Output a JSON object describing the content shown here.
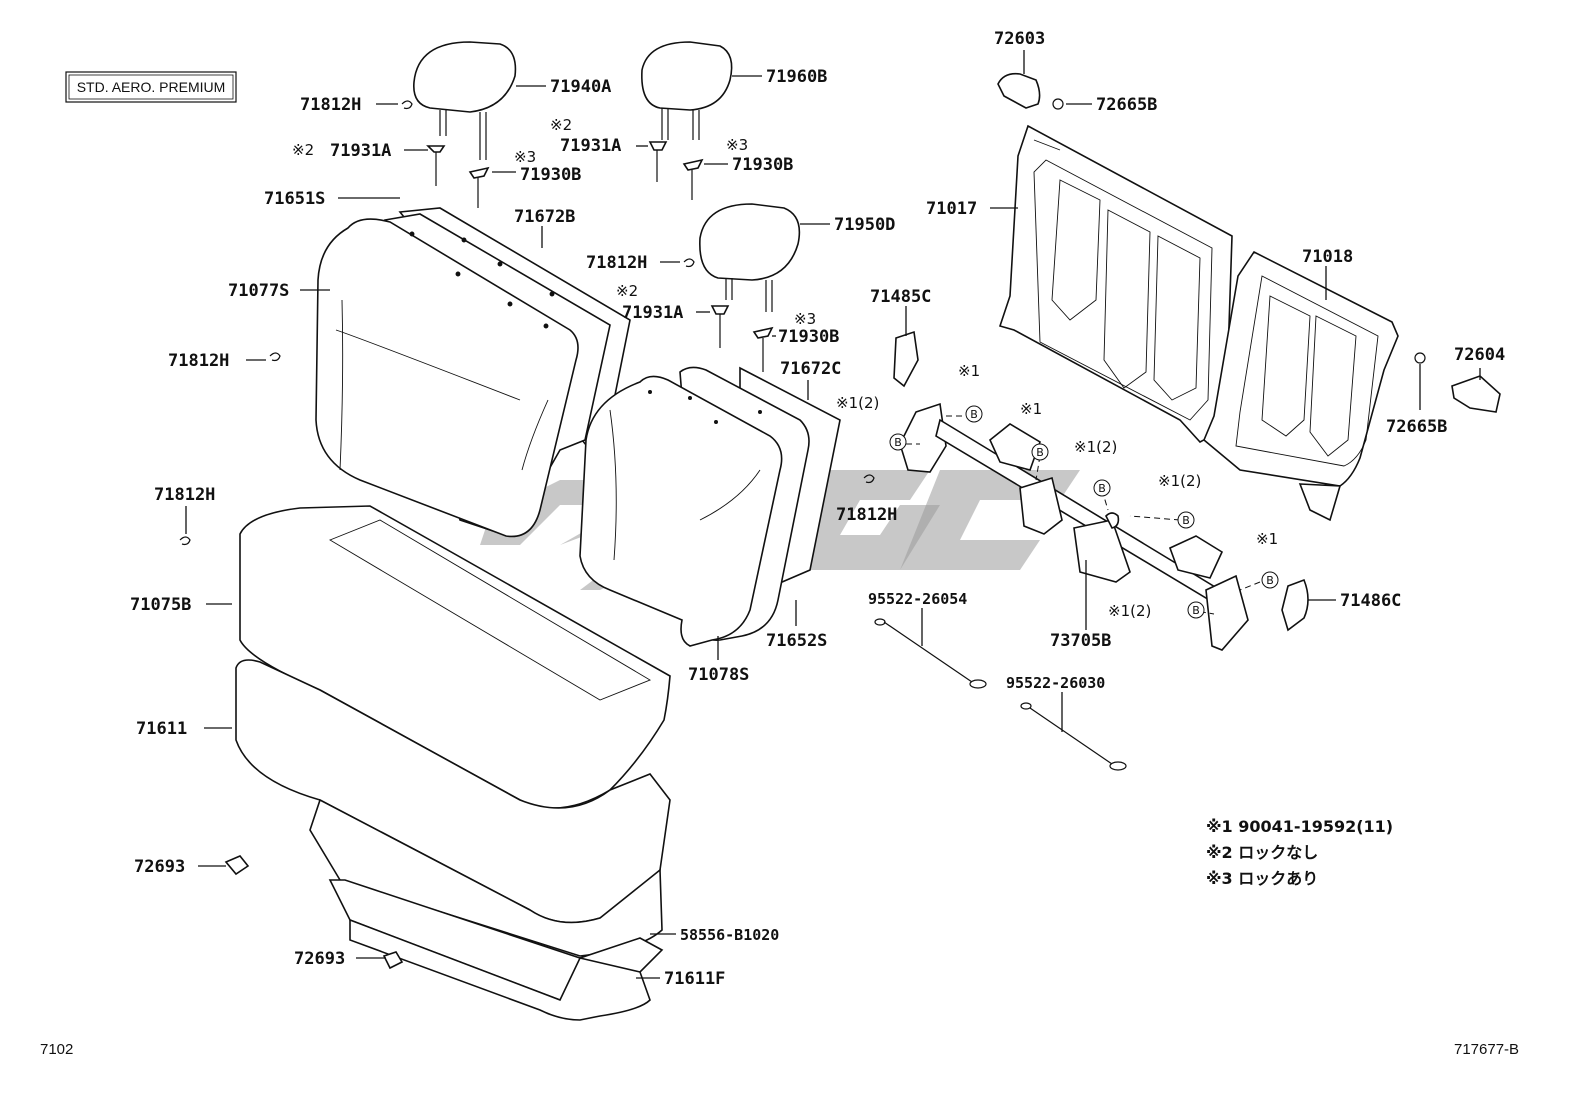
{
  "badge": "STD. AERO. PREMIUM",
  "labels": {
    "p71940A": "71940A",
    "p71960B": "71960B",
    "p71950D": "71950D",
    "p71812H_1": "71812H",
    "p71812H_2": "71812H",
    "p71812H_3": "71812H",
    "p71812H_4": "71812H",
    "p71812H_5": "71812H",
    "p71931A_1": "71931A",
    "p71931A_2": "71931A",
    "p71931A_3": "71931A",
    "p71930B_1": "71930B",
    "p71930B_2": "71930B",
    "p71930B_3": "71930B",
    "p71651S": "71651S",
    "p71672B": "71672B",
    "p71672C": "71672C",
    "p71077S": "71077S",
    "p71075B": "71075B",
    "p71611": "71611",
    "p71611F": "71611F",
    "p72693_1": "72693",
    "p72693_2": "72693",
    "p58556": "58556-B1020",
    "p71078S": "71078S",
    "p71652S": "71652S",
    "p72603": "72603",
    "p72665B_1": "72665B",
    "p72665B_2": "72665B",
    "p72604": "72604",
    "p71017": "71017",
    "p71018": "71018",
    "p71485C": "71485C",
    "p71486C": "71486C",
    "p73705B": "73705B",
    "p95522_1": "95522-26054",
    "p95522_2": "95522-26030"
  },
  "notes": {
    "n1": "※1",
    "n1_2a": "※1(2)",
    "n1_2b": "※1(2)",
    "n1_2c": "※1(2)",
    "n1_2d": "※1(2)",
    "n1b": "※1",
    "n1c": "※1",
    "n2a": "※2",
    "n2b": "※2",
    "n2c": "※2",
    "n3a": "※3",
    "n3b": "※3",
    "n3c": "※3",
    "b": "B"
  },
  "legend": [
    "※1 90041-19592(11)",
    "※2 ロックなし",
    "※3 ロックあり"
  ],
  "footer": {
    "left": "7102",
    "right": "717677-B"
  }
}
